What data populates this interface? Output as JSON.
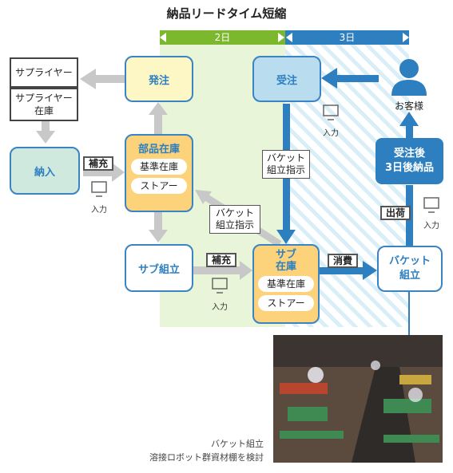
{
  "title": "納品リードタイム短縮",
  "durations": {
    "left": "2日",
    "right": "3日"
  },
  "boxes": {
    "order_out": "発注",
    "order_in": "受注",
    "supplier": "サプライヤー",
    "supplier_stock_1": "サプライヤー",
    "supplier_stock_2": "在庫",
    "delivery_in": "納入",
    "parts_stock": "部品在庫",
    "parts_std_stock": "基準在庫",
    "parts_store": "ストアー",
    "sub_assembly": "サブ組立",
    "sub_stock_1": "サブ",
    "sub_stock_2": "在庫",
    "sub_std_stock": "基準在庫",
    "sub_store": "ストアー",
    "bucket_assembly_1": "バケット",
    "bucket_assembly_2": "組立",
    "delivery_3days_1": "受注後",
    "delivery_3days_2": "3日後納品",
    "customer": "お客様"
  },
  "tags": {
    "replenish_1": "補充",
    "replenish_2": "補充",
    "consume": "消費",
    "ship": "出荷",
    "bucket_instr_1_a": "バケット",
    "bucket_instr_1_b": "組立指示",
    "bucket_instr_2_a": "バケット",
    "bucket_instr_2_b": "組立指示"
  },
  "input_label": "入力",
  "caption": {
    "line1": "バケット組立",
    "line2": "溶接ロボット群資材棚を検討"
  },
  "colors": {
    "accent_blue": "#2d7fc0",
    "green_zone": "#e8f5d8",
    "green_bar": "#7cb82e",
    "arrow_gray": "#c8c8c8"
  }
}
